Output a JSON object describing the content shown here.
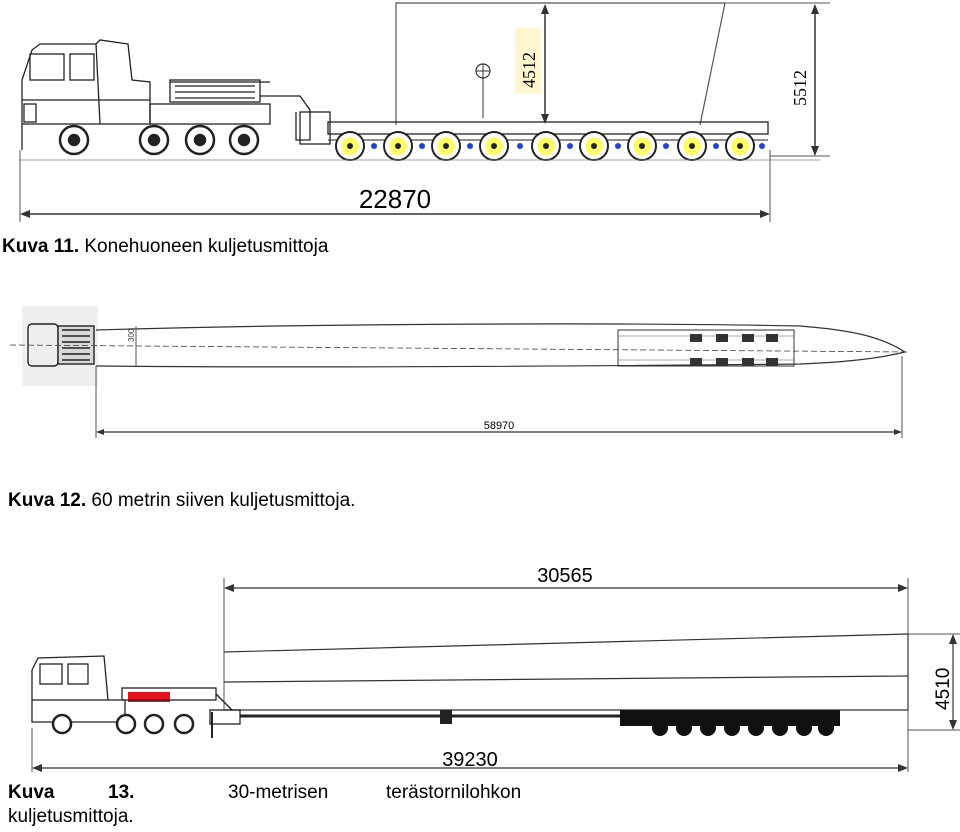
{
  "figure11": {
    "dimension_length": "22870",
    "dimension_height_low": "4512",
    "dimension_height_high": "5512",
    "caption_label": "Kuva 11.",
    "caption_text": " Konehuoneen kuljetusmittoja"
  },
  "figure12": {
    "dimension_length": "58970",
    "dimension_small": "300",
    "caption_label": "Kuva 12.",
    "caption_text": " 60 metrin siiven kuljetusmittoja."
  },
  "figure13": {
    "dimension_top": "30565",
    "dimension_height": "4510",
    "dimension_bottom": "39230",
    "caption_label": "Kuva",
    "caption_num": "13.",
    "caption_word1": "30-metrisen",
    "caption_word2": "terästornilohkon",
    "caption_line2": "kuljetusmittoja."
  },
  "colors": {
    "wheel_hub": "#ffff66",
    "red_part": "#e0141e",
    "blue_axle": "#2244cc"
  }
}
